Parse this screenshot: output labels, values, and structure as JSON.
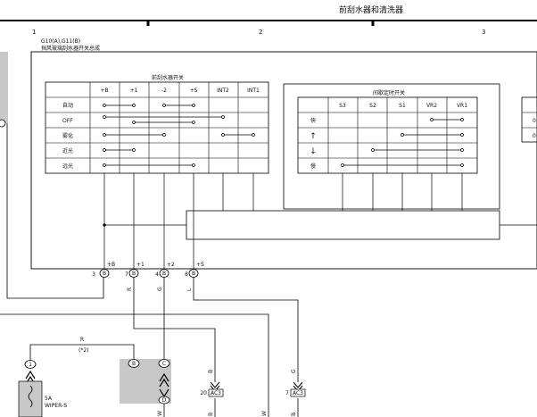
{
  "header": {
    "title": "前刮水器和清洗器",
    "columns": [
      "1",
      "2",
      "3"
    ]
  },
  "assembly": {
    "code": "G10(A),G11(B)",
    "name": "挡风玻璃刮水器开关总成"
  },
  "wiper_switch": {
    "title": "前刮水器开关",
    "columns": [
      "+B",
      "+1",
      "-2",
      "+S",
      "INT2",
      "INT1"
    ],
    "rows": [
      "自动",
      "OFF",
      "雾化",
      "近光",
      "远光"
    ]
  },
  "intermittent_switch": {
    "title": "间歇定时开关",
    "columns": [
      "S3",
      "S2",
      "S1",
      "VR2",
      "VR1"
    ],
    "rows": [
      "快",
      "↑",
      "↓",
      "慢"
    ]
  },
  "right_cut_labels": [
    "0",
    "0"
  ],
  "terminals": [
    {
      "pin_label": "+B",
      "pin_no": "3",
      "side": "B"
    },
    {
      "pin_label": "+1",
      "pin_no": "7",
      "side": "B"
    },
    {
      "pin_label": "+2",
      "pin_no": "4",
      "side": "B"
    },
    {
      "pin_label": "+S",
      "pin_no": "8",
      "side": "B"
    }
  ],
  "wire_colors": [
    "R",
    "R",
    "G",
    "L"
  ],
  "lower": {
    "wire_label": "R",
    "wire_sub": "(*2)",
    "connector_left": "1",
    "connector_mid_a": "B",
    "connector_mid_b": "C",
    "connector_mid_c": "D",
    "fuse_name": "5A",
    "fuse_label": "WIPER-S",
    "junctions": [
      {
        "pin": "20",
        "name": "AC3",
        "wire": "B"
      },
      {
        "pin": "7",
        "name": "AC3",
        "wire": "G"
      }
    ],
    "bottom_labels": [
      "W",
      "B",
      "W",
      "B"
    ]
  }
}
